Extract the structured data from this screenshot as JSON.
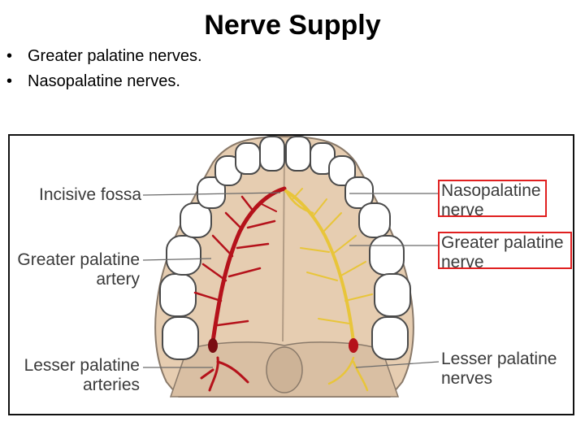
{
  "slide": {
    "title": "Nerve Supply",
    "bullets": [
      "Greater palatine nerves.",
      "Nasopalatine nerves."
    ]
  },
  "diagram": {
    "labels": {
      "incisive_fossa": "Incisive fossa",
      "greater_palatine_artery": [
        "Greater palatine",
        "artery"
      ],
      "lesser_palatine_arteries": [
        "Lesser palatine",
        "arteries"
      ],
      "nasopalatine_nerve": [
        "Nasopalatine",
        "nerve"
      ],
      "greater_palatine_nerve": [
        "Greater palatine",
        "nerve"
      ],
      "lesser_palatine_nerves": [
        "Lesser palatine",
        "nerves"
      ]
    },
    "colors": {
      "artery": "#b5121b",
      "nerve": "#e8c53a",
      "bone": "#e6cdb1",
      "highlight": "#e02020"
    }
  }
}
